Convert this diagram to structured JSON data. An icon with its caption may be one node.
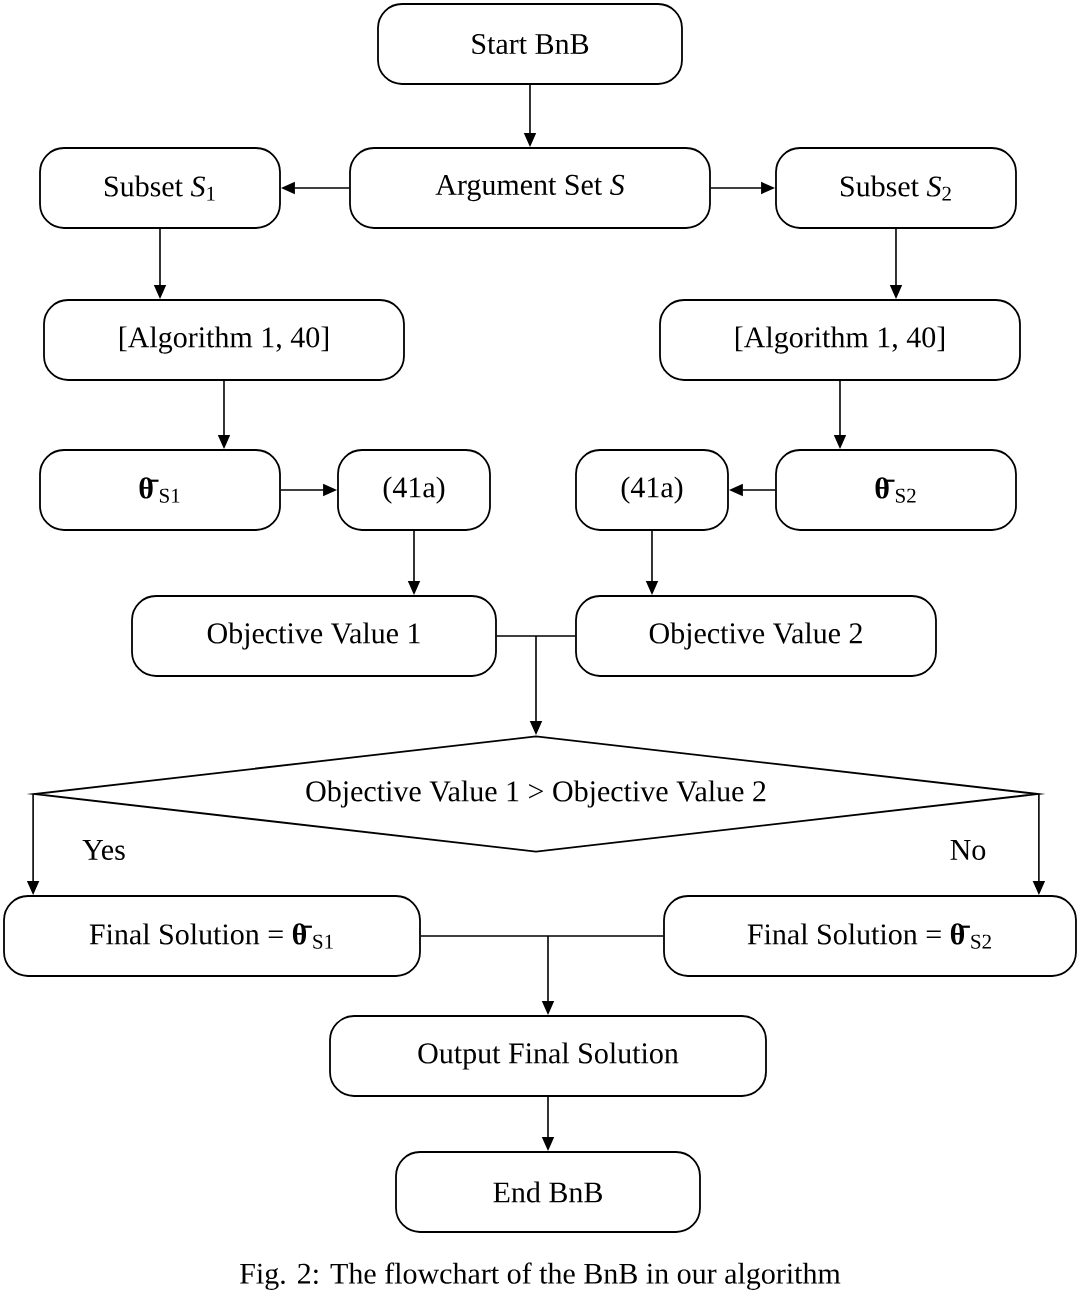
{
  "diagram": {
    "caption": "Fig. 2: The flowchart of the BnB in our algorithm",
    "nodes": [
      {
        "text": [
          "Start BnB"
        ]
      },
      {
        "text": [
          "Argument Set *S*"
        ]
      },
      {
        "text": [
          "Subset *S*$_{1}$"
        ]
      },
      {
        "text": [
          "Subset *S*$_{2}$"
        ]
      },
      {
        "text": [
          "[Algorithm 1, 40]"
        ]
      },
      {
        "text": [
          "[Algorithm 1, 40]"
        ]
      },
      {
        "text": [
          "**θ̄**$_{S1}$"
        ]
      },
      {
        "text": [
          "(41a)"
        ]
      },
      {
        "text": [
          "(41a)"
        ]
      },
      {
        "text": [
          "**θ̄**$_{S2}$"
        ]
      },
      {
        "text": [
          "Objective Value 1"
        ]
      },
      {
        "text": [
          "Objective Value 2"
        ]
      },
      {
        "text": [
          "Objective Value 1 > Objective Value 2"
        ]
      },
      {
        "text": [
          "Final Solution = **θ̄**$_{S1}$"
        ]
      },
      {
        "text": [
          "Final Solution = **θ̄**$_{S2}$"
        ]
      },
      {
        "text": [
          "Output Final Solution"
        ]
      },
      {
        "text": [
          "End BnB"
        ]
      }
    ],
    "edges": [
      {
        "from": 0,
        "to": 1,
        "arrow": "to"
      },
      {
        "from": 1,
        "to": 2,
        "arrow": "to"
      },
      {
        "from": 1,
        "to": 3,
        "arrow": "to"
      },
      {
        "from": 2,
        "to": 4,
        "arrow": "to"
      },
      {
        "from": 3,
        "to": 5,
        "arrow": "to"
      },
      {
        "from": 4,
        "to": 6,
        "arrow": "to"
      },
      {
        "from": 5,
        "to": 9,
        "arrow": "to"
      },
      {
        "from": 6,
        "to": 7,
        "arrow": "to"
      },
      {
        "from": 9,
        "to": 8,
        "arrow": "to"
      },
      {
        "from": 7,
        "to": 10,
        "arrow": "to"
      },
      {
        "from": 8,
        "to": 11,
        "arrow": "to"
      },
      {
        "from": 10,
        "to": 12,
        "arrow": "to"
      },
      {
        "from": 11,
        "to": 12,
        "arrow": "to"
      },
      {
        "from": 12,
        "to": 13,
        "arrow": "to",
        "label": "Yes"
      },
      {
        "from": 12,
        "to": 14,
        "arrow": "to",
        "label": "No"
      },
      {
        "from": 13,
        "to": 15,
        "arrow": "to"
      },
      {
        "from": 14,
        "to": 15,
        "arrow": "to"
      },
      {
        "from": 15,
        "to": 16,
        "arrow": "to"
      }
    ]
  }
}
